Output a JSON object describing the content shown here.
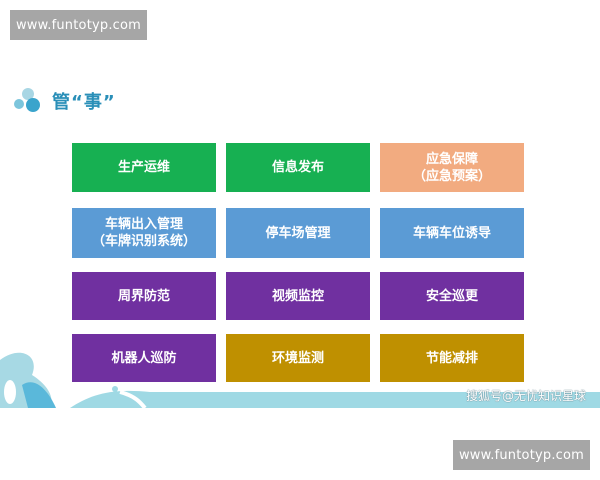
{
  "watermarks": {
    "top": "www.funtotyp.com",
    "bottom": "www.funtotyp.com"
  },
  "heading": {
    "icon": "bubbles-logo-icon",
    "title": "管“事”",
    "color": "#2a8fb8"
  },
  "colors": {
    "green": "#17b052",
    "orange": "#f2ab80",
    "blue": "#5b9bd5",
    "purple": "#7030a0",
    "gold": "#bf9000",
    "wave": "#9fd9e4"
  },
  "tiles": [
    {
      "line1": "生产运维",
      "line2": "",
      "color": "#17b052"
    },
    {
      "line1": "信息发布",
      "line2": "",
      "color": "#17b052"
    },
    {
      "line1": "应急保障",
      "line2": "（应急预案）",
      "color": "#f2ab80"
    },
    {
      "line1": "车辆出入管理",
      "line2": "（车牌识别系统）",
      "color": "#5b9bd5"
    },
    {
      "line1": "停车场管理",
      "line2": "",
      "color": "#5b9bd5"
    },
    {
      "line1": "车辆车位诱导",
      "line2": "",
      "color": "#5b9bd5"
    },
    {
      "line1": "周界防范",
      "line2": "",
      "color": "#7030a0"
    },
    {
      "line1": "视频监控",
      "line2": "",
      "color": "#7030a0"
    },
    {
      "line1": "安全巡更",
      "line2": "",
      "color": "#7030a0"
    },
    {
      "line1": "机器人巡防",
      "line2": "",
      "color": "#7030a0"
    },
    {
      "line1": "环境监测",
      "line2": "",
      "color": "#bf9000"
    },
    {
      "line1": "节能减排",
      "line2": "",
      "color": "#bf9000"
    }
  ],
  "credit": "搜狐号@无忧知识星球"
}
